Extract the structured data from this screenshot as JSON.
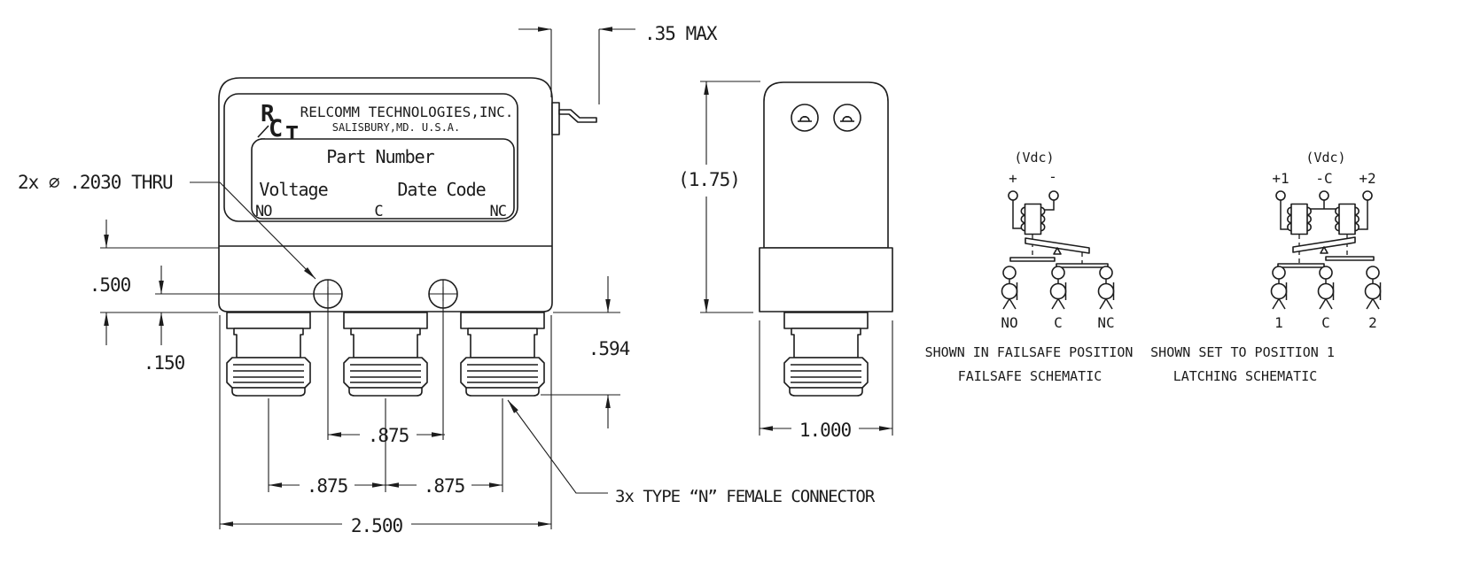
{
  "label": {
    "logo_r": "R",
    "logo_c": "C",
    "logo_t": "T",
    "company": "RELCOMM TECHNOLOGIES,INC.",
    "address": "SALISBURY,MD. U.S.A.",
    "part_number": "Part Number",
    "voltage": "Voltage",
    "date_code": "Date Code",
    "port_no": "NO",
    "port_c": "C",
    "port_nc": "NC"
  },
  "dims": {
    "hole_note": "2x ⌀ .2030 THRU",
    "lug_max": ".35 MAX",
    "d500": ".500",
    "d150": ".150",
    "d594": ".594",
    "d875a": ".875",
    "d875b": ".875",
    "d875c": ".875",
    "d2500": "2.500",
    "h175": "(1.75)",
    "d1000": "1.000",
    "connector_note": "3x TYPE “N” FEMALE CONNECTOR"
  },
  "failsafe": {
    "vdc": "(Vdc)",
    "plus": "+",
    "minus": "-",
    "no": "NO",
    "c": "C",
    "nc": "NC",
    "caption1": "SHOWN IN FAILSAFE POSITION",
    "caption2": "FAILSAFE SCHEMATIC"
  },
  "latching": {
    "vdc": "(Vdc)",
    "p1": "+1",
    "mc": "-C",
    "p2": "+2",
    "t1": "1",
    "tc": "C",
    "t2": "2",
    "caption1": "SHOWN SET TO POSITION 1",
    "caption2": "LATCHING SCHEMATIC"
  },
  "colors": {
    "ink": "#1c1c1c",
    "paper": "#ffffff"
  }
}
